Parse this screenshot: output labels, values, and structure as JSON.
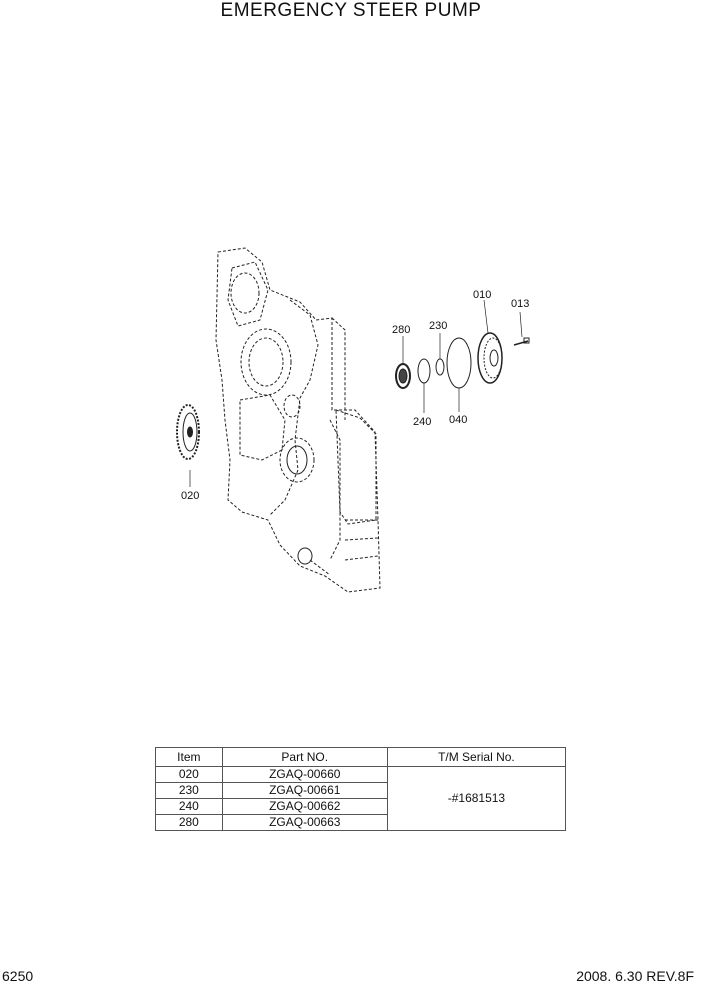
{
  "page": {
    "title": "EMERGENCY STEER PUMP",
    "page_number": "6250",
    "revision": "2008. 6.30  REV.8F"
  },
  "callouts": [
    "010",
    "013",
    "280",
    "230",
    "240",
    "040",
    "020"
  ],
  "parts_table": {
    "headers": [
      "Item",
      "Part NO.",
      "T/M Serial No."
    ],
    "rows": [
      {
        "item": "020",
        "part_no": "ZGAQ-00660"
      },
      {
        "item": "230",
        "part_no": "ZGAQ-00661"
      },
      {
        "item": "240",
        "part_no": "ZGAQ-00662"
      },
      {
        "item": "280",
        "part_no": "ZGAQ-00663"
      }
    ],
    "serial": "-#1681513"
  }
}
